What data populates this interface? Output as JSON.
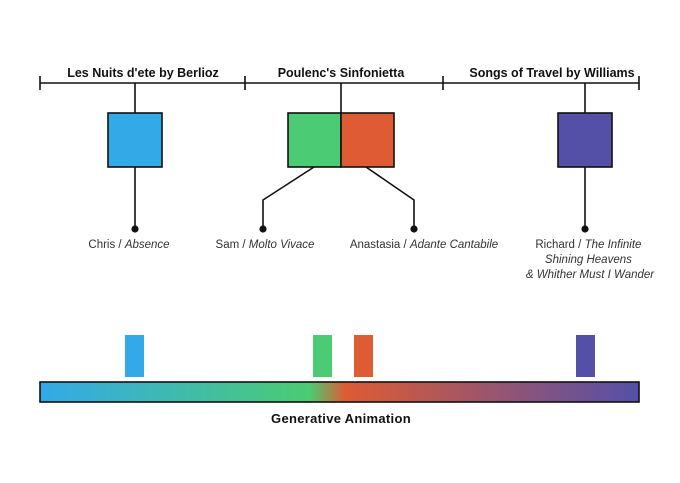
{
  "timeline": {
    "sections": [
      {
        "title": "Les Nuits d'ete by Berlioz"
      },
      {
        "title": "Poulenc's Sinfonietta"
      },
      {
        "title": "Songs of Travel by Williams"
      }
    ]
  },
  "performers": [
    {
      "name": "Chris",
      "separator": " / ",
      "piece_lines": [
        "Absence"
      ],
      "color": "#33a9e8"
    },
    {
      "name": "Sam",
      "separator": " / ",
      "piece_lines": [
        "Molto Vivace"
      ],
      "color": "#4bcb73"
    },
    {
      "name": "Anastasia",
      "separator": " / ",
      "piece_lines": [
        "Adante Cantabile"
      ],
      "color": "#de5b34"
    },
    {
      "name": "Richard",
      "separator": " / ",
      "piece_lines": [
        "The Infinite",
        "Shining Heavens",
        "& Whither Must I Wander"
      ],
      "color": "#5450a8"
    }
  ],
  "animation": {
    "label": "Generative Animation",
    "gradient": [
      "#33a9e8",
      "#4bcb73",
      "#de5b34",
      "#5450a8"
    ]
  }
}
